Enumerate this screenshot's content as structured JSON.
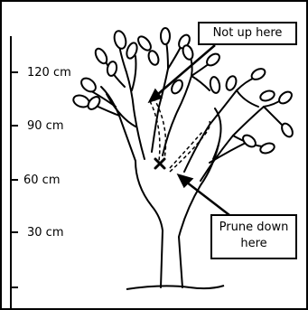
{
  "scale": {
    "labels": [
      "120 cm",
      "90 cm",
      "60 cm",
      "30 cm"
    ]
  },
  "callouts": {
    "top": "Not up here",
    "bottom": "Prune down here"
  },
  "colors": {
    "ink": "#000000",
    "paper": "#ffffff"
  }
}
